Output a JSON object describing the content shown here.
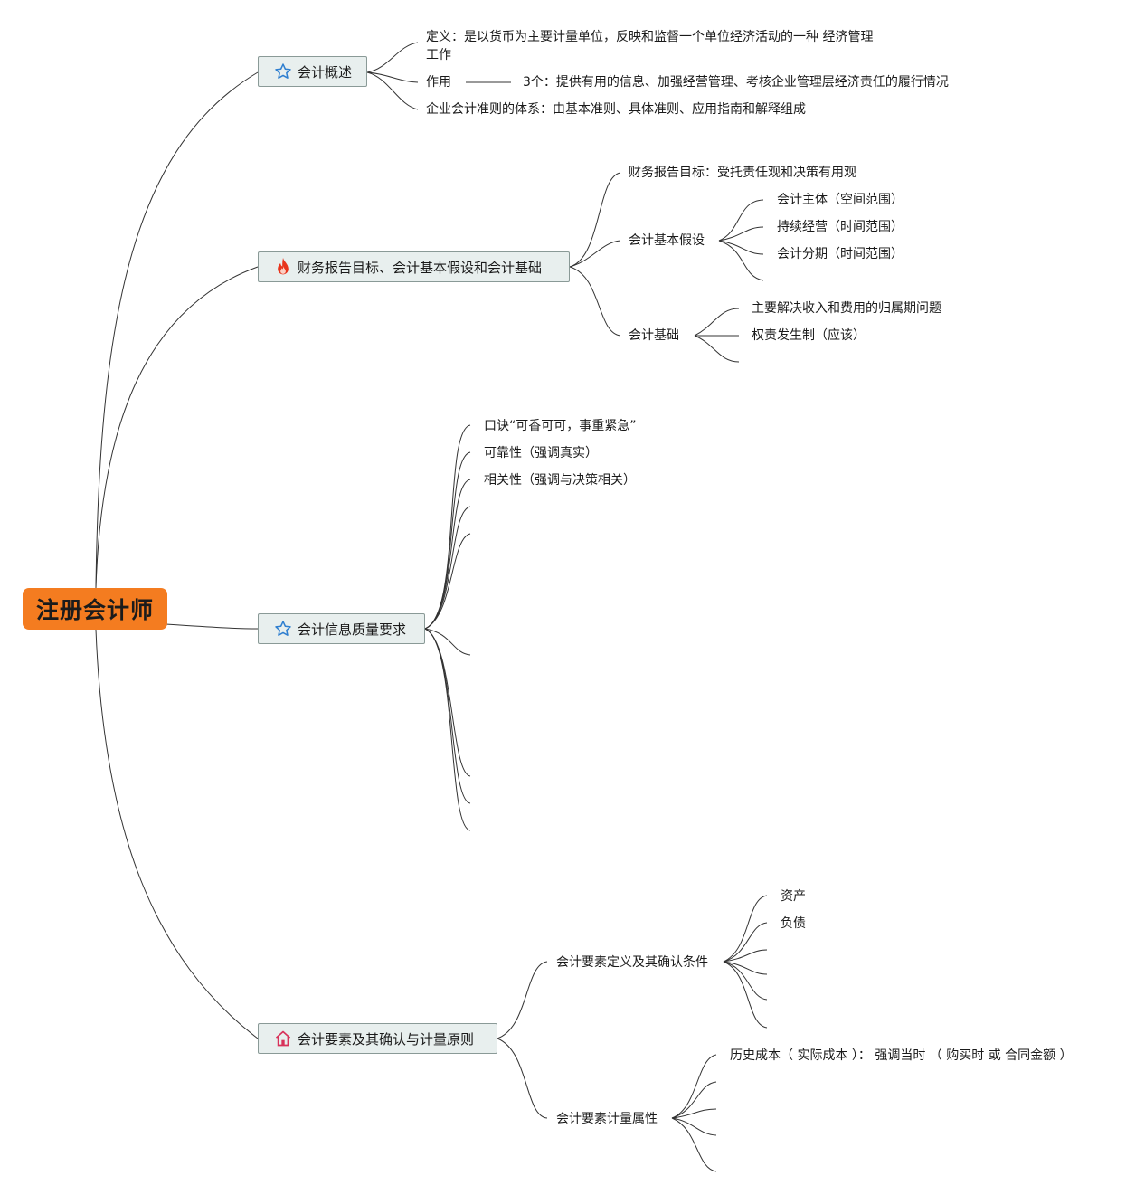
{
  "root": {
    "label": "注册会计师"
  },
  "branches": {
    "b1": {
      "label": "会计概述",
      "icon": "star-icon",
      "definition": "定义：是以货币为主要计量单位，反映和监督一个单位经济活动的一种 经济管理工作",
      "role_label": "作用",
      "role_detail": "3个：提供有用的信息、加强经营管理、考核企业管理层经济责任的履行情况",
      "standards": "企业会计准则的体系：由基本准则、具体准则、应用指南和解释组成"
    },
    "b2": {
      "label": "财务报告目标、会计基本假设和会计基础",
      "icon": "fire-icon",
      "goal": "财务报告目标：受托责任观和决策有用观",
      "assumptions_label": "会计基本假设",
      "assumptions": [
        "会计主体（空间范围）",
        "持续经营（时间范围）",
        "会计分期（时间范围）"
      ],
      "basis_label": "会计基础",
      "basis": [
        "主要解决收入和费用的归属期问题",
        "权责发生制（应该）"
      ]
    },
    "b3": {
      "label": "会计信息质量要求",
      "icon": "star-icon",
      "items": [
        "口诀“可香可可，事重紧急”",
        "可靠性（强调真实）",
        "相关性（强调与决策相关）"
      ]
    },
    "b4": {
      "label": "会计要素及其确认与计量原则",
      "icon": "house-icon",
      "elements_label": "会计要素定义及其确认条件",
      "elements": [
        "资产",
        "负债"
      ],
      "measurement_label": "会计要素计量属性",
      "measurement": [
        "历史成本（ 实际成本 ）：  强调当时 （ 购买时 或 合同金额 ）"
      ]
    }
  },
  "colors": {
    "root": "#f47c20",
    "branch_fill": "#e8efee",
    "branch_border": "#8a9a97",
    "line": "#333333",
    "star": "#2f7fd0",
    "fire": "#e8341c",
    "house": "#d8325a"
  }
}
